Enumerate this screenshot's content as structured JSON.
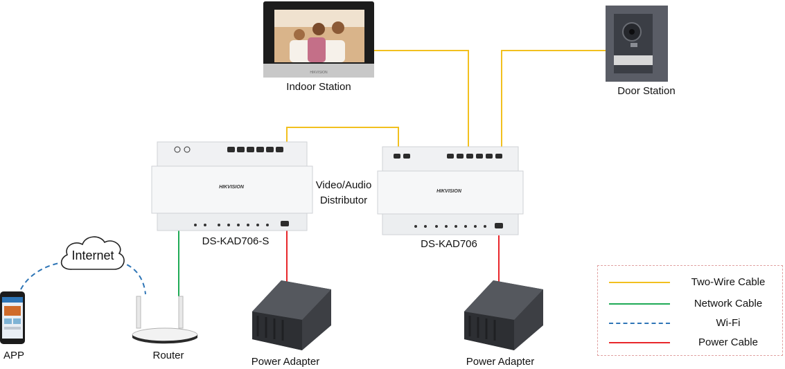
{
  "devices": {
    "indoor_station": "Indoor Station",
    "door_station": "Door Station",
    "distributor_label": "Video/Audio\nDistributor",
    "distributor_s": "DS-KAD706-S",
    "distributor": "DS-KAD706",
    "power_adapter_1": "Power Adapter",
    "power_adapter_2": "Power Adapter",
    "router": "Router",
    "app": "APP",
    "internet": "Internet"
  },
  "brand": "HIKVISION",
  "legend": [
    {
      "label": "Two-Wire Cable",
      "color": "#f2c01e",
      "style": "solid"
    },
    {
      "label": "Network Cable",
      "color": "#1faa55",
      "style": "solid"
    },
    {
      "label": "Wi-Fi",
      "color": "#2e75b6",
      "style": "dashed"
    },
    {
      "label": "Power Cable",
      "color": "#e8262a",
      "style": "solid"
    }
  ]
}
